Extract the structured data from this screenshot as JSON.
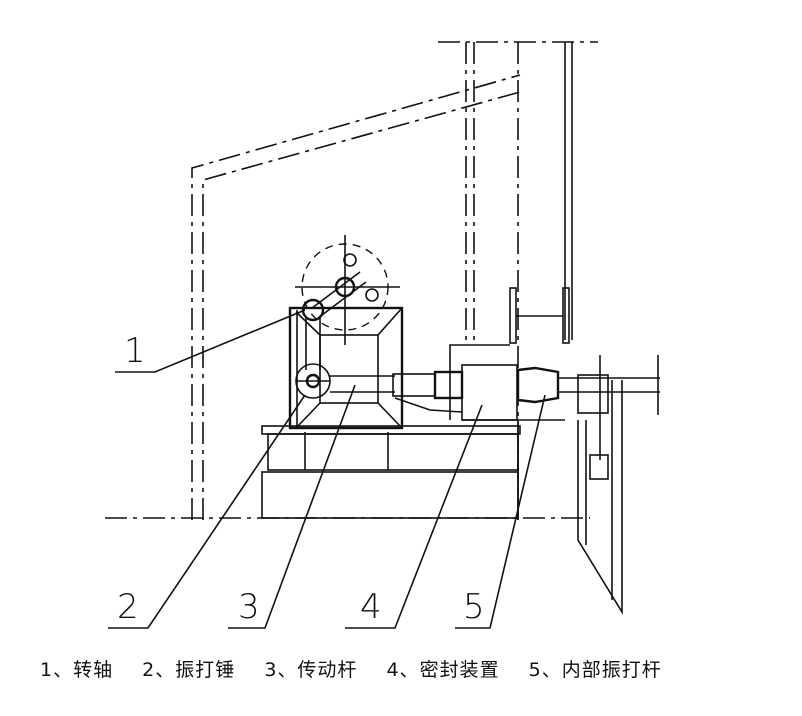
{
  "labels": [
    "1",
    "2",
    "3",
    "4",
    "5"
  ],
  "legend": [
    {
      "num": "1、",
      "text": "转轴"
    },
    {
      "num": "2、",
      "text": "振打锤"
    },
    {
      "num": "3、",
      "text": "传动杆"
    },
    {
      "num": "4、",
      "text": "密封装置"
    },
    {
      "num": "5、",
      "text": "内部振打杆"
    }
  ]
}
